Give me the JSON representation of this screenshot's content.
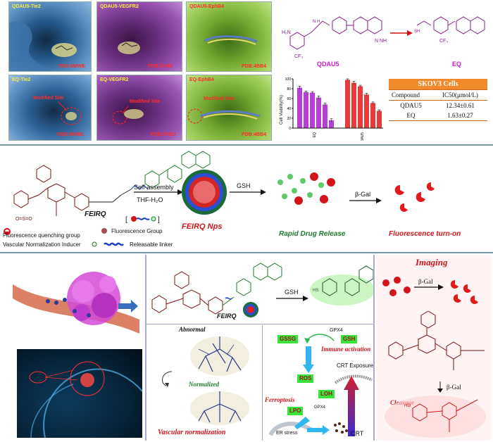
{
  "docking": [
    {
      "title": "QDAU5-Tie2",
      "pdb": "PDB:6MWE",
      "site": ""
    },
    {
      "title": "QDAU5-VEGFR2",
      "pdb": "PDB:3VHE",
      "site": ""
    },
    {
      "title": "QDAU5-EphB4",
      "pdb": "PDB:4BB4",
      "site": ""
    },
    {
      "title": "EQ-Tie2",
      "pdb": "PDB:6MWE",
      "site": "Modified Site"
    },
    {
      "title": "EQ-VEGFR2",
      "pdb": "PDB:3VSD",
      "site": "Modified Site"
    },
    {
      "title": "EQ-EphB4",
      "pdb": "PDB:4BB4",
      "site": "Modified Site"
    }
  ],
  "structures": {
    "left_name": "QDAU5",
    "right_name": "EQ"
  },
  "chart_data": {
    "type": "bar",
    "ylabel": "Cell Viability(%)",
    "ylim": [
      0,
      100
    ],
    "yticks": [
      0,
      20,
      40,
      60,
      80,
      100
    ],
    "groups": [
      {
        "name": "EQ",
        "values": [
          82,
          73,
          72,
          62,
          48,
          16
        ],
        "errors": [
          3,
          2,
          2,
          3,
          3,
          3
        ],
        "color": "#b83fd6"
      },
      {
        "name": "QDAU5",
        "values": [
          98,
          92,
          85,
          68,
          51,
          35
        ],
        "errors": [
          2,
          3,
          2,
          3,
          2,
          2
        ],
        "color": "#e83a3a"
      }
    ]
  },
  "cells_table": {
    "title": "SKOV3 Cells",
    "header": [
      "Compound",
      "IC50(μmol/L)"
    ],
    "rows": [
      [
        "QDAU5",
        "12.34±0.61"
      ],
      [
        "EQ",
        "1.63±0.27"
      ]
    ]
  },
  "middle": {
    "feirq": "FEIRQ",
    "self_assembly": "Self-assembly",
    "solvent": "THF-H₂O",
    "nps": "FEIRQ Nps",
    "gsh": "GSH",
    "bgal": "β-Gal",
    "rapid": "Rapid Drug Release",
    "turn_on": "Fluorescence turn-on",
    "legend_quench": "Fluorescence quenching group",
    "legend_fluor": "Fluorescence Group",
    "legend_vni": "Vascular Normalization Inducer",
    "legend_linker": "Releasable linker"
  },
  "bottom": {
    "feirq": "FEIRQ",
    "gsh": "GSH",
    "abnormal": "Abnormal",
    "normalized": "Normalized",
    "vascular": "Vascular normalization",
    "gssg": "GSSG",
    "gpx4": "GPX4",
    "gsh_box": "GSH",
    "immune": "Immune activation",
    "ros": "ROS",
    "crt_exposure": "CRT Exposure",
    "loh": "LOH",
    "lpo": "LPO",
    "gpx4b": "GPX4",
    "ferroptosis": "Ferroptosis",
    "er": "ER stress",
    "crt": "CRT",
    "imaging": "Imaging",
    "bgal": "β-Gal",
    "bgal2": "β-Gal",
    "cleavage": "Cleavage"
  },
  "colors": {
    "green": "#1e7d2e",
    "red": "#d3141b",
    "magenta": "#c71fcf",
    "pink_bg": "#fff5f5"
  }
}
